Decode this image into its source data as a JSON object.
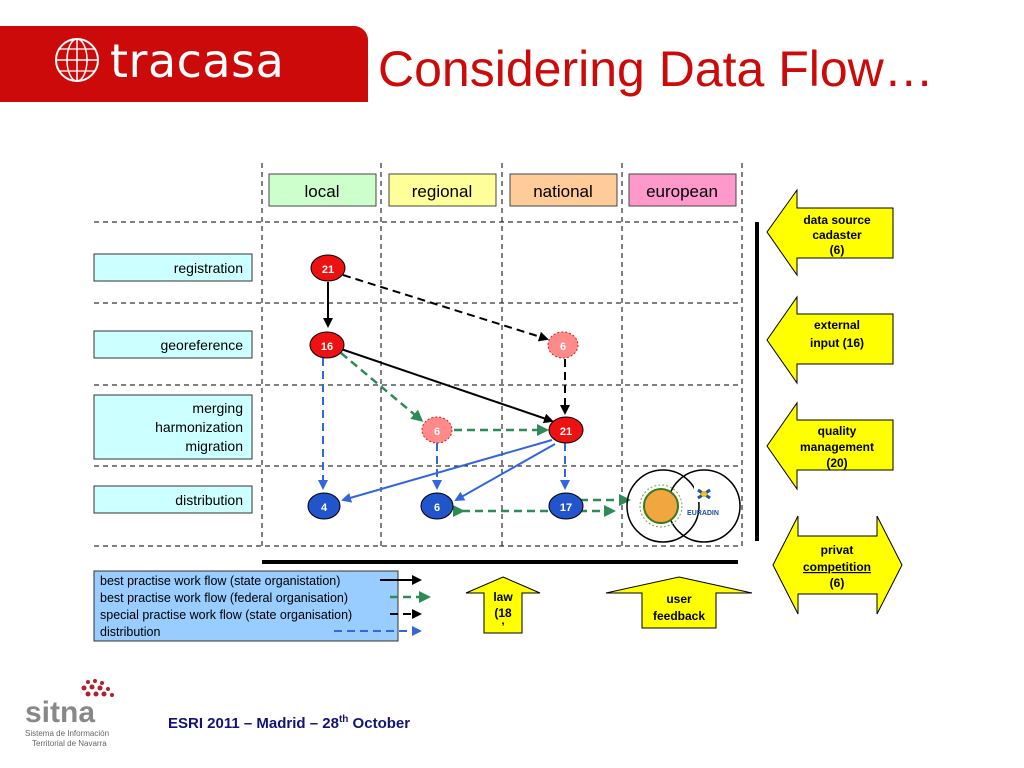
{
  "header": {
    "brand": "tracasa",
    "title": "Considering Data Flow…",
    "header_color": "#cc0a0a"
  },
  "diagram": {
    "columns": [
      {
        "label": "local",
        "color": "#ccffcc"
      },
      {
        "label": "regional",
        "color": "#ffff99"
      },
      {
        "label": "national",
        "color": "#ffcc99"
      },
      {
        "label": "european",
        "color": "#ff99cc"
      }
    ],
    "rows": {
      "registration": "registration",
      "georeference": "georeference",
      "merging": [
        "merging",
        "harmonization",
        "migration"
      ],
      "distribution": "distribution"
    },
    "nodes": {
      "reg_local": "21",
      "geo_local": "16",
      "geo_national": "6",
      "merge_regional": "6",
      "merge_national": "21",
      "dist_local": "4",
      "dist_regional": "6",
      "dist_national": "17"
    },
    "euradin_label": "EURADIN",
    "legend": [
      "best practise work flow (state organistation)",
      "best practise work flow (federal organisation)",
      "special practise work flow (state organisation)",
      "distribution"
    ],
    "side_arrows": {
      "data_source": [
        "data source",
        "cadaster",
        "(6)"
      ],
      "external": [
        "external",
        "input (16)"
      ],
      "quality": [
        "quality",
        "management",
        "(20)"
      ],
      "privat": [
        "privat",
        "competition",
        "(6)"
      ]
    },
    "bottom_arrows": {
      "law": [
        "law",
        "(18",
        "ʼ"
      ],
      "user_feedback": [
        "user",
        "feedback"
      ]
    }
  },
  "footer": {
    "logo": "sitna",
    "logo_sub": [
      "Sistema de Información",
      "Territorial de Navarra"
    ],
    "text_pre": "ESRI 2011 – Madrid – 28",
    "text_sup": "th",
    "text_post": " October"
  }
}
